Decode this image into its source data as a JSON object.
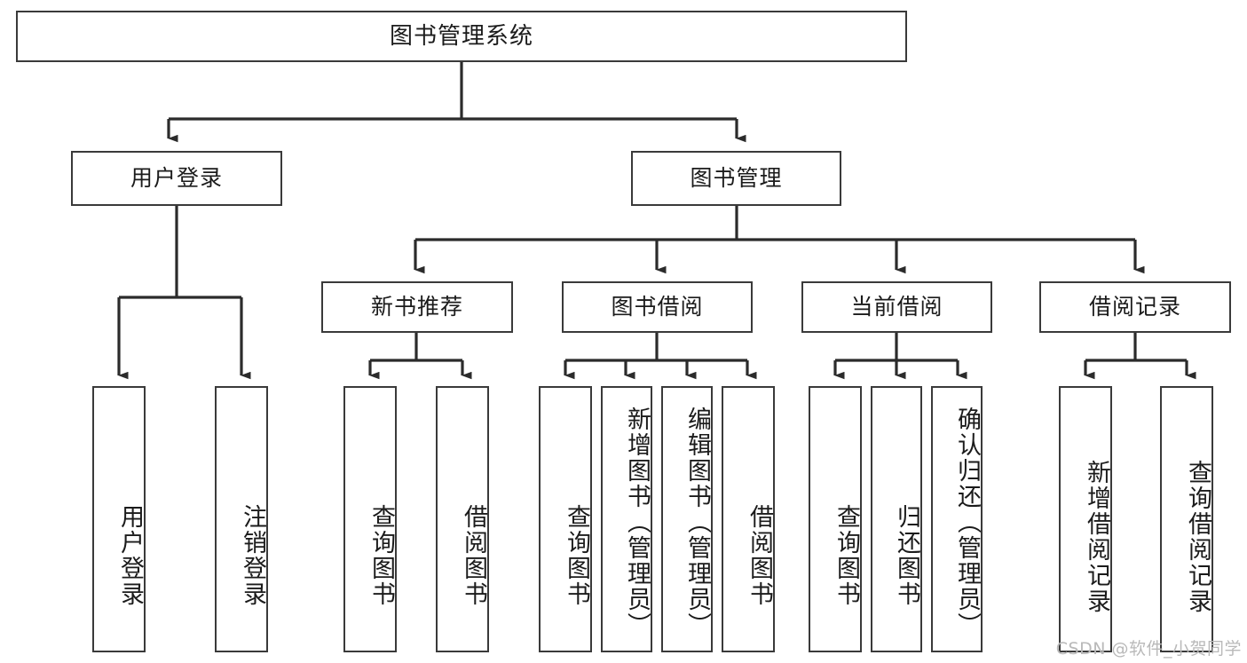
{
  "diagram": {
    "title": "图书管理系统",
    "type": "tree-hierarchy-chart",
    "root": {
      "label": "图书管理系统"
    },
    "level1": [
      {
        "id": "user-login",
        "label": "用户登录"
      },
      {
        "id": "book-manage",
        "label": "图书管理"
      }
    ],
    "level2": [
      {
        "id": "new-book-rec",
        "label": "新书推荐"
      },
      {
        "id": "book-borrow",
        "label": "图书借阅"
      },
      {
        "id": "current-borrow",
        "label": "当前借阅"
      },
      {
        "id": "borrow-record",
        "label": "借阅记录"
      }
    ],
    "leaves": {
      "user_login": [
        {
          "id": "leaf-user-login",
          "label": "用户登录"
        },
        {
          "id": "leaf-logout-login",
          "label": "注销登录"
        }
      ],
      "new_book_rec": [
        {
          "id": "leaf-query-book-1",
          "label": "查询图书"
        },
        {
          "id": "leaf-borrow-book-1",
          "label": "借阅图书"
        }
      ],
      "book_borrow": [
        {
          "id": "leaf-query-book-2",
          "label": "查询图书"
        },
        {
          "id": "leaf-add-book",
          "label": "新增图书（管理员）"
        },
        {
          "id": "leaf-edit-book",
          "label": "编辑图书（管理员）"
        },
        {
          "id": "leaf-borrow-book-2",
          "label": "借阅图书"
        }
      ],
      "current_borrow": [
        {
          "id": "leaf-query-book-3",
          "label": "查询图书"
        },
        {
          "id": "leaf-return-book",
          "label": "归还图书"
        },
        {
          "id": "leaf-confirm-return",
          "label": "确认归还（管理员）"
        }
      ],
      "borrow_record": [
        {
          "id": "leaf-add-record",
          "label": "新增借阅记录"
        },
        {
          "id": "leaf-query-record",
          "label": "查询借阅记录"
        }
      ]
    }
  },
  "watermark": {
    "text": "CSDN @软件_小贺同学"
  },
  "colors": {
    "box_border": "#3a3a3a",
    "box_fill": "#ffffff",
    "text": "#1b1b1b",
    "connector": "#2b2b2b",
    "watermark": "#b9b9b9",
    "background": "#ffffff"
  }
}
